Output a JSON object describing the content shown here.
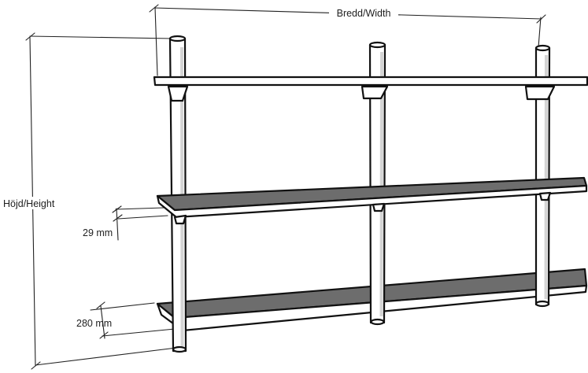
{
  "labels": {
    "width": "Bredd/Width",
    "height": "Höjd/Height",
    "board_thickness": "29 mm",
    "shelf_spacing": "280 mm"
  },
  "colors": {
    "board_top": "#6d6d6d",
    "ink": "#111111",
    "background": "#ffffff"
  }
}
